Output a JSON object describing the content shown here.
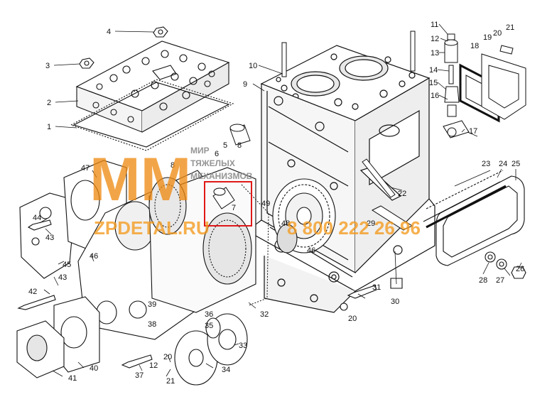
{
  "colors": {
    "line": "#111111",
    "watermark": "#f39a1c",
    "logo_mark": "#ee8a10",
    "logo_text": "#8a8a8a"
  },
  "watermark": {
    "site": "ZPDETAL.RU",
    "phone": "8 800 222 26 96",
    "logo_initials": "MM",
    "logo_line1": "МИР",
    "logo_line2": "ТЯЖЕЛЫХ",
    "logo_line3": "МЕХАНИЗМОВ"
  },
  "callouts": [
    {
      "id": "c1",
      "text": "1"
    },
    {
      "id": "c2",
      "text": "2"
    },
    {
      "id": "c3",
      "text": "3"
    },
    {
      "id": "c4",
      "text": "4"
    },
    {
      "id": "c5",
      "text": "5"
    },
    {
      "id": "c6",
      "text": "6"
    },
    {
      "id": "c7",
      "text": "7"
    },
    {
      "id": "c8",
      "text": "8"
    },
    {
      "id": "c8b",
      "text": "8"
    },
    {
      "id": "c9",
      "text": "9"
    },
    {
      "id": "c10",
      "text": "10"
    },
    {
      "id": "c11",
      "text": "11"
    },
    {
      "id": "c12",
      "text": "12"
    },
    {
      "id": "c12b",
      "text": "12"
    },
    {
      "id": "c13",
      "text": "13"
    },
    {
      "id": "c14",
      "text": "14"
    },
    {
      "id": "c15",
      "text": "15"
    },
    {
      "id": "c16",
      "text": "16"
    },
    {
      "id": "c17",
      "text": "17"
    },
    {
      "id": "c18",
      "text": "18"
    },
    {
      "id": "c19",
      "text": "19"
    },
    {
      "id": "c20",
      "text": "20"
    },
    {
      "id": "c20b",
      "text": "20"
    },
    {
      "id": "c20c",
      "text": "20"
    },
    {
      "id": "c21",
      "text": "21"
    },
    {
      "id": "c21b",
      "text": "21"
    },
    {
      "id": "c22",
      "text": "22"
    },
    {
      "id": "c23",
      "text": "23"
    },
    {
      "id": "c24",
      "text": "24"
    },
    {
      "id": "c25",
      "text": "25"
    },
    {
      "id": "c26",
      "text": "26"
    },
    {
      "id": "c27",
      "text": "27"
    },
    {
      "id": "c28",
      "text": "28"
    },
    {
      "id": "c29",
      "text": "29"
    },
    {
      "id": "c30",
      "text": "30"
    },
    {
      "id": "c31",
      "text": "31"
    },
    {
      "id": "c32",
      "text": "32"
    },
    {
      "id": "c33",
      "text": "33"
    },
    {
      "id": "c34",
      "text": "34"
    },
    {
      "id": "c35",
      "text": "35"
    },
    {
      "id": "c36",
      "text": "36"
    },
    {
      "id": "c37",
      "text": "37"
    },
    {
      "id": "c38",
      "text": "38"
    },
    {
      "id": "c39",
      "text": "39"
    },
    {
      "id": "c40",
      "text": "40"
    },
    {
      "id": "c41",
      "text": "41"
    },
    {
      "id": "c42",
      "text": "42"
    },
    {
      "id": "c43",
      "text": "43"
    },
    {
      "id": "c43b",
      "text": "43"
    },
    {
      "id": "c44",
      "text": "44"
    },
    {
      "id": "c45",
      "text": "45"
    },
    {
      "id": "c46",
      "text": "46"
    },
    {
      "id": "c46b",
      "text": "46"
    },
    {
      "id": "c47",
      "text": "47"
    },
    {
      "id": "c48",
      "text": "48"
    },
    {
      "id": "c49",
      "text": "49"
    }
  ]
}
